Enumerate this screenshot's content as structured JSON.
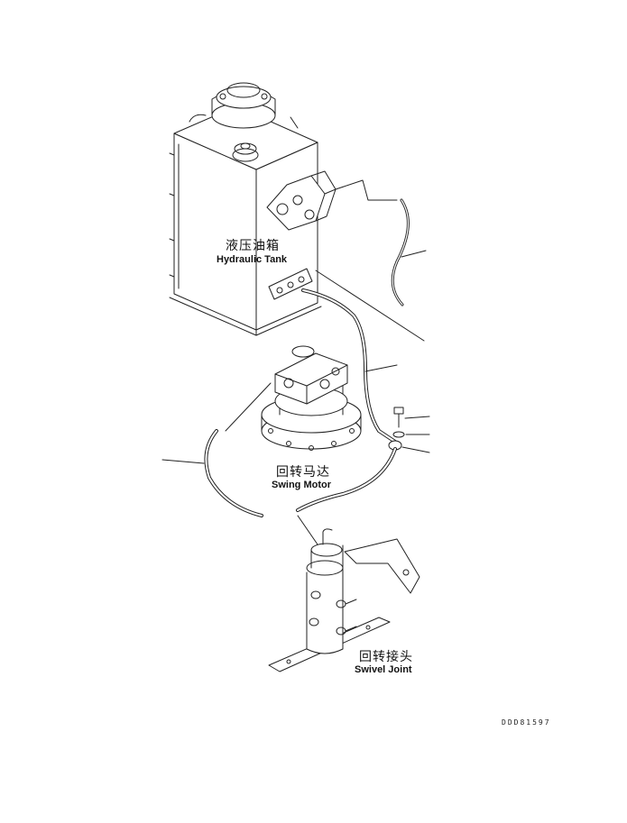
{
  "labels": {
    "hydraulic_tank_cn": "液压油箱",
    "hydraulic_tank_en": "Hydraulic Tank",
    "swing_motor_cn": "回转马达",
    "swing_motor_en": "Swing Motor",
    "swivel_joint_cn": "回转接头",
    "swivel_joint_en": "Swivel Joint"
  },
  "drawing_code": "DDD81597"
}
